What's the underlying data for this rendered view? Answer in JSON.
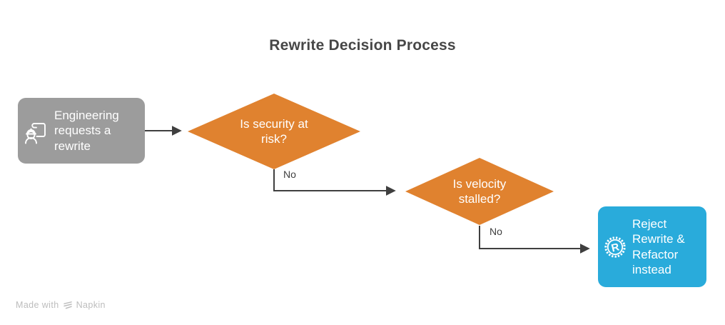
{
  "title": "Rewrite Decision Process",
  "colors": {
    "gray": "#9C9C9C",
    "orange": "#E0822F",
    "blue": "#29ABDB",
    "connector": "#3F3F3F",
    "titleText": "#474747",
    "nodeText": "#FFFFFF",
    "labelText": "#3F3F3F",
    "watermark": "#BDBDBD",
    "bg": "#FFFFFF"
  },
  "nodes": {
    "start": {
      "label": "Engineering requests a rewrite",
      "icon": "engineer-blueprint-icon"
    },
    "decision1": {
      "label": "Is security at risk?"
    },
    "decision2": {
      "label": "Is velocity stalled?"
    },
    "end": {
      "label": "Reject Rewrite & Refactor instead",
      "icon": "rejected-stamp-icon"
    }
  },
  "edges": {
    "decision1_no": {
      "label": "No"
    },
    "decision2_no": {
      "label": "No"
    }
  },
  "watermark": {
    "prefix": "Made with",
    "brand": "Napkin"
  }
}
